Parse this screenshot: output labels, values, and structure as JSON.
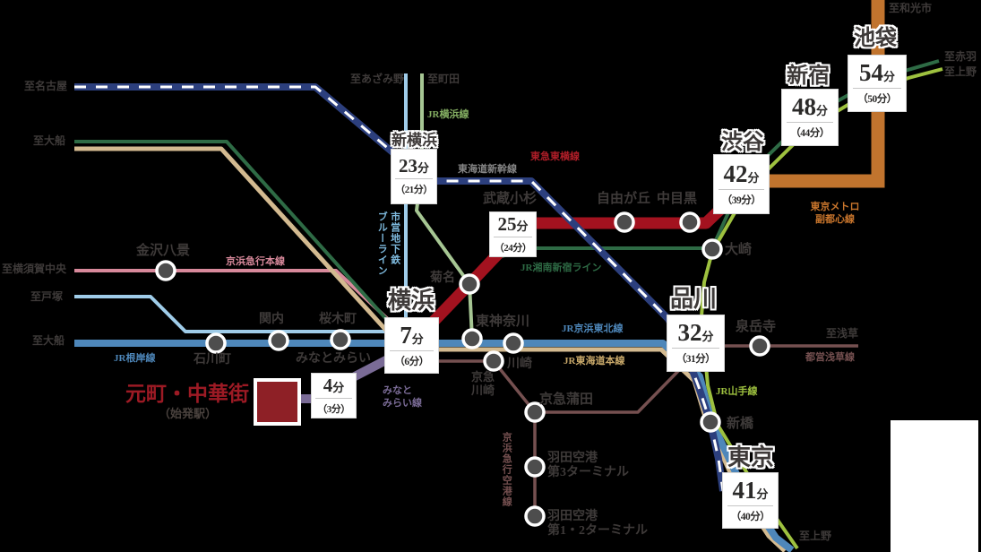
{
  "palette": {
    "background": "#000000",
    "shinkansen_navy": "#2c3f7d",
    "jr_blue": "#4e87ba",
    "light_blue": "#9fcce9",
    "tokaido_tan": "#d3ba90",
    "shonan_dark_green": "#2e6b45",
    "yokohama_light_green": "#a6c693",
    "yamanote_green": "#9ec13f",
    "keikyu_pink": "#d8899b",
    "keikyu_maroon": "#755050",
    "toyoko_red": "#a3121f",
    "minatomirai_purple": "#7a6b96",
    "fukutoshin_orange": "#c1742e",
    "station_dot": "#4d4d4d",
    "station_text": "#3e3a39",
    "start_red": "#9c1a24",
    "badge_bg": "#ffffff"
  },
  "start": {
    "name": "元町・中華街",
    "note": "（始発駅）"
  },
  "badges": {
    "shinyokohama": {
      "station": "新横浜",
      "time_num": "23",
      "time_unit": "分",
      "paren": "（21分）"
    },
    "yokohama": {
      "station": "横浜",
      "time_num": "7",
      "time_unit": "分",
      "paren": "（6分）"
    },
    "minatomirai": {
      "time_num": "4",
      "time_unit": "分",
      "paren": "（3分）"
    },
    "musashikosugi": {
      "time_num": "25",
      "time_unit": "分",
      "paren": "（24分）"
    },
    "shibuya": {
      "station": "渋谷",
      "time_num": "42",
      "time_unit": "分",
      "paren": "（39分）"
    },
    "shinjuku": {
      "station": "新宿",
      "time_num": "48",
      "time_unit": "分",
      "paren": "（44分）"
    },
    "ikebukuro": {
      "station": "池袋",
      "time_num": "54",
      "time_unit": "分",
      "paren": "（50分）"
    },
    "shinagawa": {
      "station": "品川",
      "time_num": "32",
      "time_unit": "分",
      "paren": "（31分）"
    },
    "tokyo": {
      "station": "東京",
      "time_num": "41",
      "time_unit": "分",
      "paren": "（40分）"
    }
  },
  "stations": {
    "kanazawa_hakkei": "金沢八景",
    "ishikawacho": "石川町",
    "kannai": "関内",
    "sakuragicho": "桜木町",
    "minatomirai": "みなとみらい",
    "kikuna": "菊名",
    "higashi_kanagawa": "東神奈川",
    "kawasaki": "川崎",
    "keikyu_kawasaki_l1": "京急",
    "keikyu_kawasaki_l2": "川崎",
    "keikyu_kamata": "京急蒲田",
    "haneda_t3_l1": "羽田空港",
    "haneda_t3_l2": "第3ターミナル",
    "haneda_t12_l1": "羽田空港",
    "haneda_t12_l2": "第1・2ターミナル",
    "musashi_kosugi": "武蔵小杉",
    "jiyugaoka": "自由が丘",
    "nakameguro": "中目黒",
    "osaki": "大崎",
    "sengakuji": "泉岳寺",
    "shimbashi": "新橋"
  },
  "terminals": {
    "nagoya": "至名古屋",
    "ofuna_top": "至大船",
    "azamino": "至あざみ野",
    "machida": "至町田",
    "wakoshi": "至和光市",
    "akabane": "至赤羽",
    "ueno_top": "至上野",
    "yokosuka_chuo": "至横須賀中央",
    "totsuka": "至戸塚",
    "ofuna_left": "至大船",
    "asakusa": "至浅草",
    "ueno_bottom": "至上野"
  },
  "lines": {
    "negishi": "JR根岸線",
    "keikyu_main": "京浜急行本線",
    "mm_l1": "みなと",
    "mm_l2": "みらい線",
    "blueline_l1": "市営地下鉄",
    "blueline_l2": "ブルーライン",
    "yokohama_line": "JR横浜線",
    "shinkansen": "東海道新幹線",
    "toyoko": "東急東横線",
    "shonan_shinjuku": "JR湘南新宿ライン",
    "keihin_tohoku": "JR京浜東北線",
    "tokaido": "JR東海道本線",
    "fukutoshin_l1": "東京メトロ",
    "fukutoshin_l2": "副都心線",
    "toei_asakusa": "都営浅草線",
    "keikyu_airport": "京浜急行空港線",
    "yamanote": "JR山手線"
  }
}
